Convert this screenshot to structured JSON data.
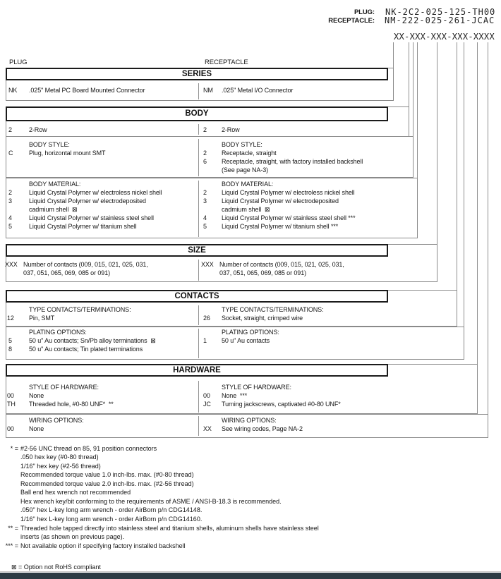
{
  "pn_header": {
    "plug_label": "PLUG:",
    "plug_value": "NK-2C2-025-125-TH00",
    "receptacle_label": "RECEPTACLE:",
    "receptacle_value": "NM-222-025-261-JCAC",
    "pattern": "XX-XXX-XXX-XXX-XXXX"
  },
  "columns": {
    "left": "PLUG",
    "right": "RECEPTACLE"
  },
  "series": {
    "title": "SERIES",
    "left_code": "NK",
    "left_desc": ".025\" Metal PC Board Mounted Connector",
    "right_code": "NM",
    "right_desc": ".025\" Metal I/O Connector"
  },
  "body": {
    "title": "BODY",
    "row_left_code": "2",
    "row_left_desc": "2-Row",
    "row_right_code": "2",
    "row_right_desc": "2-Row",
    "style_heading": "BODY STYLE:",
    "style_left": [
      {
        "code": "C",
        "desc": "Plug, horizontal mount SMT"
      }
    ],
    "style_right": [
      {
        "code": "2",
        "desc": "Receptacle, straight"
      },
      {
        "code": "6",
        "desc": "Receptacle, straight, with factory installed backshell"
      },
      {
        "code": "",
        "desc": "(See page NA-3)"
      }
    ],
    "material_heading": "BODY MATERIAL:",
    "material_left": [
      {
        "code": "2",
        "desc": "Liquid Crystal Polymer w/ electroless nickel shell"
      },
      {
        "code": "3",
        "desc": "Liquid Crystal Polymer w/ electrodeposited"
      },
      {
        "code": "",
        "desc": "cadmium shell  ⊠"
      },
      {
        "code": "4",
        "desc": "Liquid Crystal Polymer w/ stainless steel shell"
      },
      {
        "code": "5",
        "desc": "Liquid Crystal Polymer w/ titanium shell"
      }
    ],
    "material_right": [
      {
        "code": "2",
        "desc": "Liquid Crystal Polymer w/ electroless nickel shell"
      },
      {
        "code": "3",
        "desc": "Liquid Crystal Polymer w/ electrodeposited"
      },
      {
        "code": "",
        "desc": "cadmium shell  ⊠"
      },
      {
        "code": "4",
        "desc": "Liquid Crystal Polymer w/ stainless steel shell ***"
      },
      {
        "code": "5",
        "desc": "Liquid Crystal Polymer w/ titanium shell ***"
      }
    ]
  },
  "size": {
    "title": "SIZE",
    "code": "XXX",
    "desc_line1": "Number of contacts (009, 015, 021, 025, 031,",
    "desc_line2": "037, 051, 065, 069, 085 or 091)"
  },
  "contacts": {
    "title": "CONTACTS",
    "type_heading": "TYPE CONTACTS/TERMINATIONS:",
    "type_left_code": "12",
    "type_left_desc": "Pin, SMT",
    "type_right_code": "26",
    "type_right_desc": "Socket, straight, crimped wire",
    "plating_heading": "PLATING OPTIONS:",
    "plating_left": [
      {
        "code": "5",
        "desc": "50 u\" Au contacts; Sn/Pb alloy terminations  ⊠"
      },
      {
        "code": "8",
        "desc": "50 u\" Au contacts; Tin plated terminations"
      }
    ],
    "plating_right": [
      {
        "code": "1",
        "desc": "50 u\" Au contacts"
      }
    ]
  },
  "hardware": {
    "title": "HARDWARE",
    "style_heading": "STYLE OF HARDWARE:",
    "style_left": [
      {
        "code": "00",
        "desc": "None"
      },
      {
        "code": "TH",
        "desc": "Threaded hole, #0-80 UNF*  **"
      }
    ],
    "style_right": [
      {
        "code": "00",
        "desc": "None  ***"
      },
      {
        "code": "JC",
        "desc": "Turning jackscrews, captivated #0-80 UNF*"
      }
    ],
    "wiring_heading": "WIRING OPTIONS:",
    "wiring_left": [
      {
        "code": "00",
        "desc": "None"
      }
    ],
    "wiring_right": [
      {
        "code": "XX",
        "desc": "See wiring codes, Page NA-2"
      }
    ]
  },
  "footnotes": {
    "star_label": "* =",
    "star_lines": [
      "#2-56 UNC thread on 85, 91 position connectors",
      ".050 hex key (#0-80 thread)",
      "1/16\" hex key (#2-56 thread)",
      "Recommended torque value 1.0 inch-lbs. max. (#0-80 thread)",
      "Recommended torque value 2.0 inch-lbs. max. (#2-56 thread)",
      "Ball end hex wrench not recommended",
      "Hex wrench key/bit conforming to the requirements of ASME / ANSI-B-18.3 is recommended.",
      ".050\" hex L-key long arm wrench - order AirBorn p/n CDG14148.",
      "1/16\" hex L-key long arm wrench - order AirBorn p/n CDG14160."
    ],
    "dstar_label": "** =",
    "dstar_lines": [
      "Threaded hole tapped directly into stainless steel and titanium shells, aluminum shells have stainless steel",
      "inserts (as shown on previous page)."
    ],
    "tstar_label": "*** =",
    "tstar_line": "Not available option if specifying factory installed backshell",
    "rohs_legend": "⊠ = Option not RoHS compliant"
  }
}
